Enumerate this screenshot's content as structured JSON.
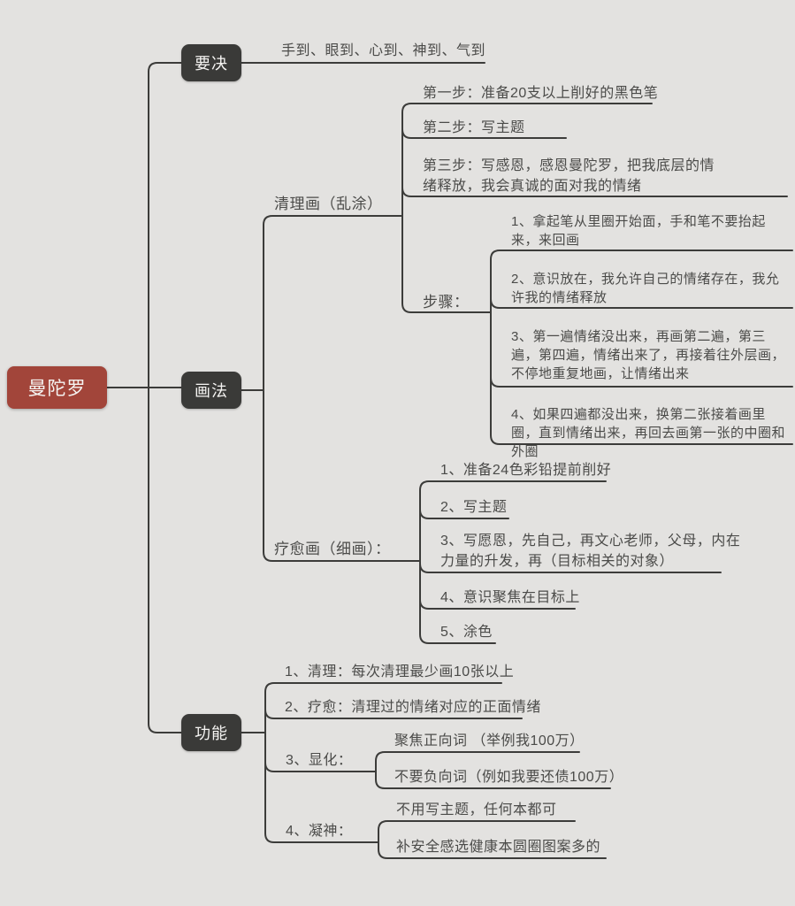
{
  "root": {
    "label": "曼陀罗"
  },
  "colors": {
    "background": "#e3e2e0",
    "root_box": "#a2453a",
    "branch_box": "#3a3a38",
    "line": "#3c3c3a",
    "text": "#4b4b49"
  },
  "branches": {
    "yaojue": {
      "label": "要决",
      "child": "手到、眼到、心到、神到、气到"
    },
    "huafa": {
      "label": "画法",
      "qinglihua": {
        "label": "清理画（乱涂）",
        "step1": "第一步：准备20支以上削好的黑色笔",
        "step2": "第二步：写主题",
        "step3": "第三步：写感恩，感恩曼陀罗，把我底层的情绪释放，我会真诚的面对我的情绪",
        "buzhou": {
          "label": "步骤：",
          "item1": "1、拿起笔从里圈开始面，手和笔不要抬起来，来回画",
          "item2": "2、意识放在，我允许自己的情绪存在，我允许我的情绪释放",
          "item3": "3、第一遍情绪没出来，再画第二遍，第三遍，第四遍，情绪出来了，再接着往外层画，不停地重复地画，让情绪出来",
          "item4": "4、如果四遍都没出来，换第二张接着画里圈，直到情绪出来，再回去画第一张的中圈和外圈"
        }
      },
      "liaoyuhua": {
        "label": "疗愈画（细画）：",
        "item1": "1、准备24色彩铅提前削好",
        "item2": "2、写主题",
        "item3": "3、写愿恩，先自己，再文心老师，父母，内在力量的升发，再（目标相关的对象）",
        "item4": "4、意识聚焦在目标上",
        "item5": "5、涂色"
      }
    },
    "gongneng": {
      "label": "功能",
      "item1": "1、清理：每次清理最少画10张以上",
      "item2": "2、疗愈：清理过的情绪对应的正面情绪",
      "xianhua": {
        "label": "3、显化：",
        "item1": "聚焦正向词 （举例我100万）",
        "item2": "不要负向词（例如我要还债100万）"
      },
      "ningshen": {
        "label": "4、凝神：",
        "item1": "不用写主题，任何本都可",
        "item2": "补安全感选健康本圆圈图案多的"
      }
    }
  }
}
